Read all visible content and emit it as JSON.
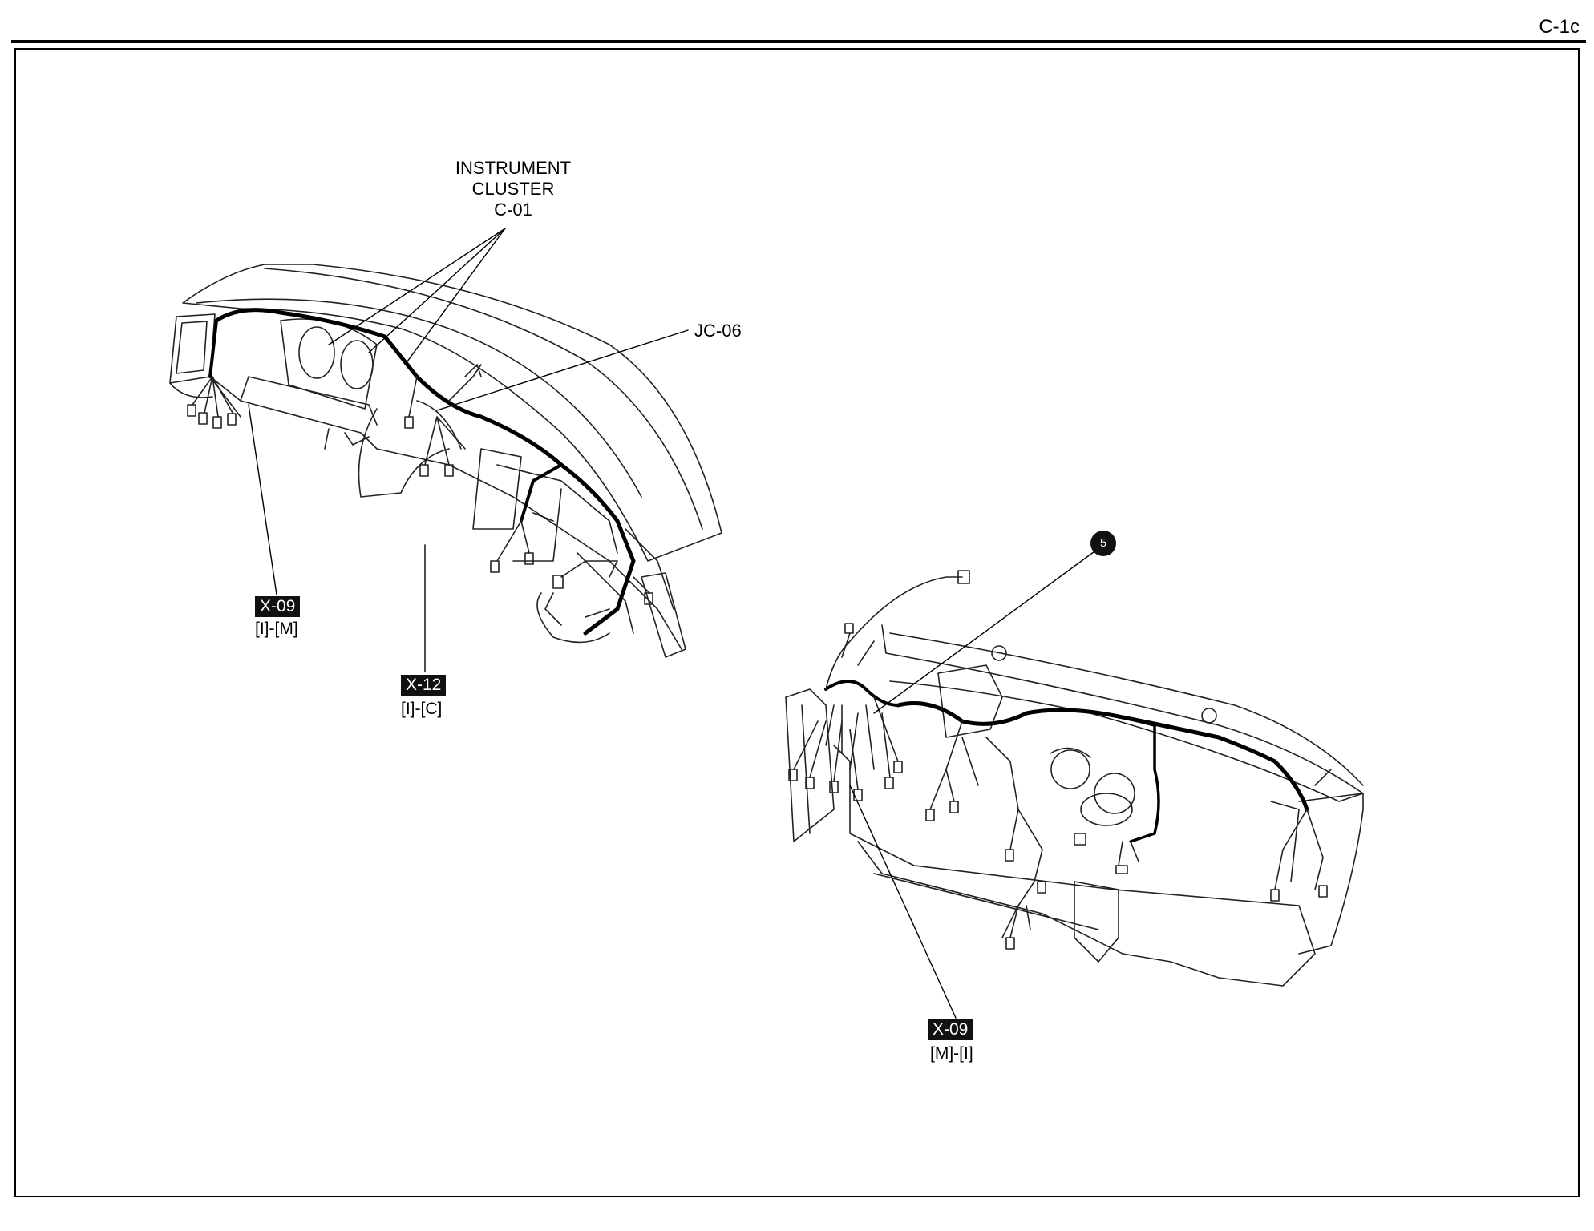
{
  "header": {
    "page_code": "C-1c"
  },
  "callouts": {
    "instrument_cluster": {
      "line1": "INSTRUMENT",
      "line2": "CLUSTER",
      "code": "C-01"
    },
    "jc06": "JC-06",
    "x09_left": {
      "tag": "X-09",
      "ref": "[I]-[M]"
    },
    "x12": {
      "tag": "X-12",
      "ref": "[I]-[C]"
    },
    "x09_right": {
      "tag": "X-09",
      "ref": "[M]-[I]"
    },
    "badge": "5"
  }
}
